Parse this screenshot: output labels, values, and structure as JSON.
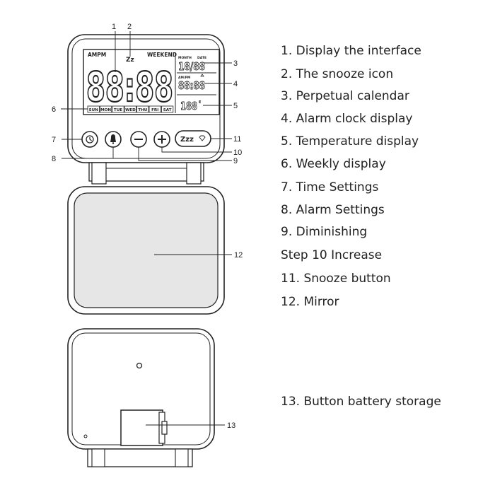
{
  "device": {
    "lcd": {
      "ampm": "AMPM",
      "weekend": "WEEKEND",
      "snooze_glyph": "Zz",
      "time": "88:88",
      "month_label": "MONTH",
      "date_label": "DATE",
      "date_value": "18/88",
      "alarm_label": "AM/PM",
      "alarm_value": "88:88",
      "temp_value": "188",
      "temp_unit": "E",
      "weekdays": [
        "SUN",
        "MON",
        "TUE",
        "WED",
        "THU",
        "FRI",
        "SAT"
      ]
    },
    "snooze_button_label": "Zzz"
  },
  "callouts": [
    "1",
    "2",
    "3",
    "4",
    "5",
    "6",
    "7",
    "8",
    "9",
    "10",
    "11",
    "12",
    "13"
  ],
  "legend": [
    "1. Display the interface",
    "2. The snooze icon",
    "3. Perpetual calendar",
    "4. Alarm clock display",
    "5. Temperature display",
    "6. Weekly display",
    "7. Time Settings",
    "8. Alarm Settings",
    "9. Diminishing",
    "Step 10 Increase",
    "11. Snooze button",
    "12. Mirror"
  ],
  "legend_13": "13. Button battery storage",
  "icons": {
    "time_button": "clock-icon",
    "alarm_button": "bell-icon",
    "minus_button": "minus-icon",
    "plus_button": "plus-icon",
    "snooze_button": "snooze-icon"
  }
}
